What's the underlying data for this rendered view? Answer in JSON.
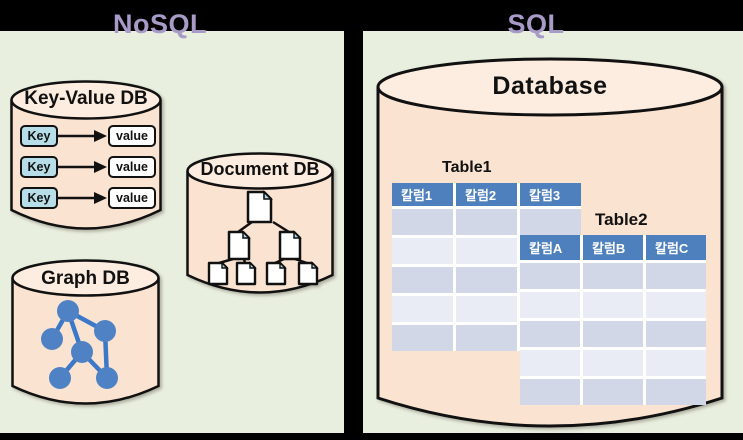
{
  "titles": {
    "nosql": "NoSQL",
    "sql": "SQL"
  },
  "nosql_panel": {
    "key_value_db": {
      "title": "Key-Value DB",
      "pairs": [
        {
          "key": "Key",
          "value": "value"
        },
        {
          "key": "Key",
          "value": "value"
        },
        {
          "key": "Key",
          "value": "value"
        }
      ]
    },
    "document_db": {
      "title": "Document DB"
    },
    "graph_db": {
      "title": "Graph DB"
    }
  },
  "sql_panel": {
    "database_title": "Database",
    "table1": {
      "title": "Table1",
      "columns": [
        "칼럼1",
        "칼럼2",
        "칼럼3"
      ],
      "empty_row_count": 5
    },
    "table2": {
      "title": "Table2",
      "columns": [
        "칼럼A",
        "칼럼B",
        "칼럼C"
      ],
      "empty_row_count": 5
    }
  },
  "icons": {
    "cylinder_icon": "database-cylinder",
    "arrow_icon": "right-arrow",
    "document_icon": "document-page",
    "graph_node_icon": "graph-node"
  },
  "colors": {
    "background": "#000000",
    "panel_green": "#E9EFDF",
    "cylinder_fill": "#FBE3D2",
    "cylinder_top_fill": "#FDEDE0",
    "outline": "#111111",
    "title_purple": "#A89BC8",
    "key_box_blue": "#B7DEE8",
    "table_header_blue": "#4E80BE",
    "row_band_dark": "#D1D7E6",
    "row_band_light": "#E9ECF4",
    "graph_node_blue": "#4E82C4",
    "graph_edge_blue": "#3C78C8",
    "doc_fold_blue": "#A8D8EA"
  }
}
